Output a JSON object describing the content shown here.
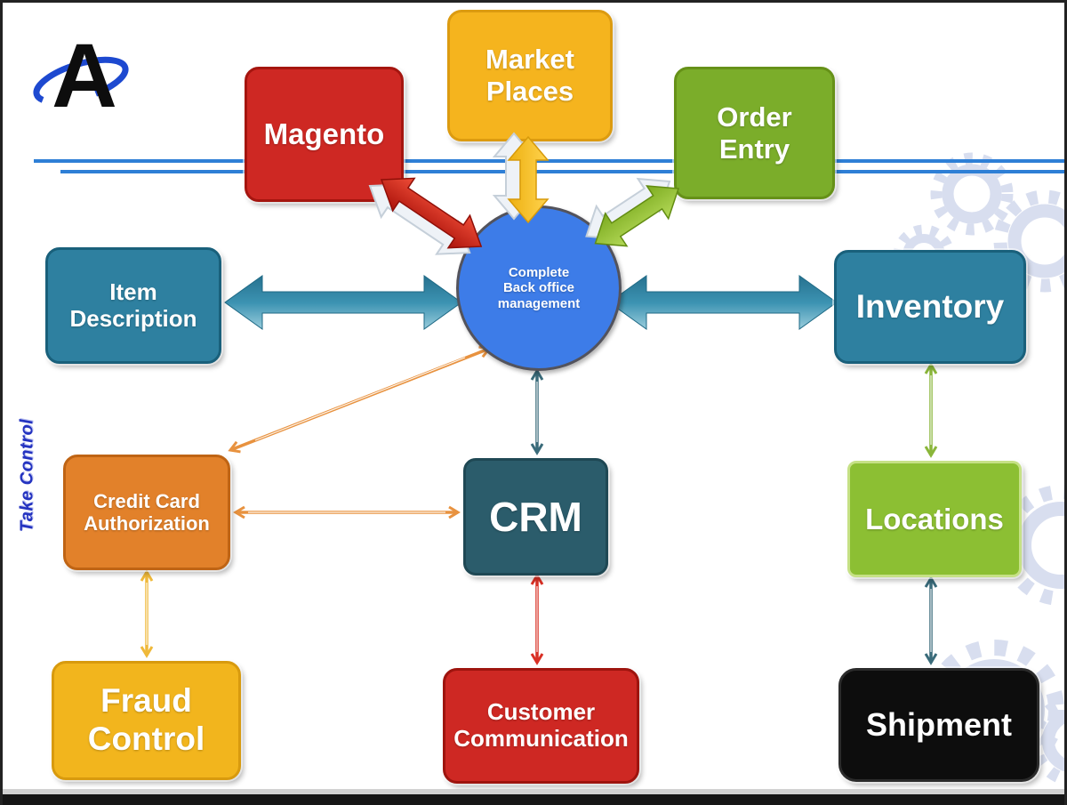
{
  "canvas": {
    "background": "#ffffff",
    "border_color": "#232323",
    "footer_bar_color": "#161616",
    "footer_rule_color": "#d2d2d2"
  },
  "logo": {
    "letter": "A",
    "letter_color": "#0d0d0d",
    "swoosh_color": "#1d49d0"
  },
  "tagline": {
    "text": "Take Control",
    "color": "#2433c0"
  },
  "center": {
    "label": "Complete\nBack office\nmanagement",
    "fill": "#3d7ce8",
    "border": "#53535c",
    "text_color": "#ffffff"
  },
  "nodes": {
    "magento": {
      "label": "Magento",
      "fill": "#ce2823"
    },
    "market_places": {
      "label": "Market\nPlaces",
      "fill": "#f5b41e"
    },
    "order_entry": {
      "label": "Order\nEntry",
      "fill": "#7bad2a"
    },
    "item_description": {
      "label": "Item\nDescription",
      "fill": "#2e80a0"
    },
    "inventory": {
      "label": "Inventory",
      "fill": "#2e80a0"
    },
    "credit_card": {
      "label": "Credit Card\nAuthorization",
      "fill": "#e2812a"
    },
    "crm": {
      "label": "CRM",
      "fill": "#2b5c6b"
    },
    "locations": {
      "label": "Locations",
      "fill": "#8cbf33"
    },
    "fraud_control": {
      "label": "Fraud\nControl",
      "fill": "#f2b51d"
    },
    "customer_communication": {
      "label": "Customer\nCommunication",
      "fill": "#ce2823"
    },
    "shipment": {
      "label": "Shipment",
      "fill": "#0d0d0d"
    }
  },
  "connectors": [
    {
      "name": "magento-center",
      "style": "block-3d-double-arrow",
      "color": "#d7281f"
    },
    {
      "name": "marketplaces-center",
      "style": "block-3d-double-arrow",
      "color": "#f5b41e"
    },
    {
      "name": "orderentry-center",
      "style": "block-3d-double-arrow",
      "color": "#8cc63f"
    },
    {
      "name": "itemdescription-center",
      "style": "block-double-arrow",
      "color": "#2e80a0"
    },
    {
      "name": "center-inventory",
      "style": "block-double-arrow",
      "color": "#2e80a0"
    },
    {
      "name": "center-creditcard",
      "style": "thin-double-arrow",
      "color": "#e8923f"
    },
    {
      "name": "creditcard-crm",
      "style": "thin-double-arrow",
      "color": "#e8923f"
    },
    {
      "name": "creditcard-fraudcontrol",
      "style": "thin-double-arrow",
      "color": "#efb93a"
    },
    {
      "name": "center-crm",
      "style": "thin-double-arrow",
      "color": "#3a6b7a"
    },
    {
      "name": "crm-customercommunication",
      "style": "thin-double-arrow",
      "color": "#d93025"
    },
    {
      "name": "inventory-locations",
      "style": "thin-double-arrow",
      "color": "#8ab63a"
    },
    {
      "name": "locations-shipment",
      "style": "thin-double-arrow",
      "color": "#3a6b7a"
    }
  ],
  "decorations": {
    "double_rule_color": "#2e7fd6",
    "gear_color": "#ccd4ea",
    "silver_arrow_color": "#eef2f7"
  }
}
